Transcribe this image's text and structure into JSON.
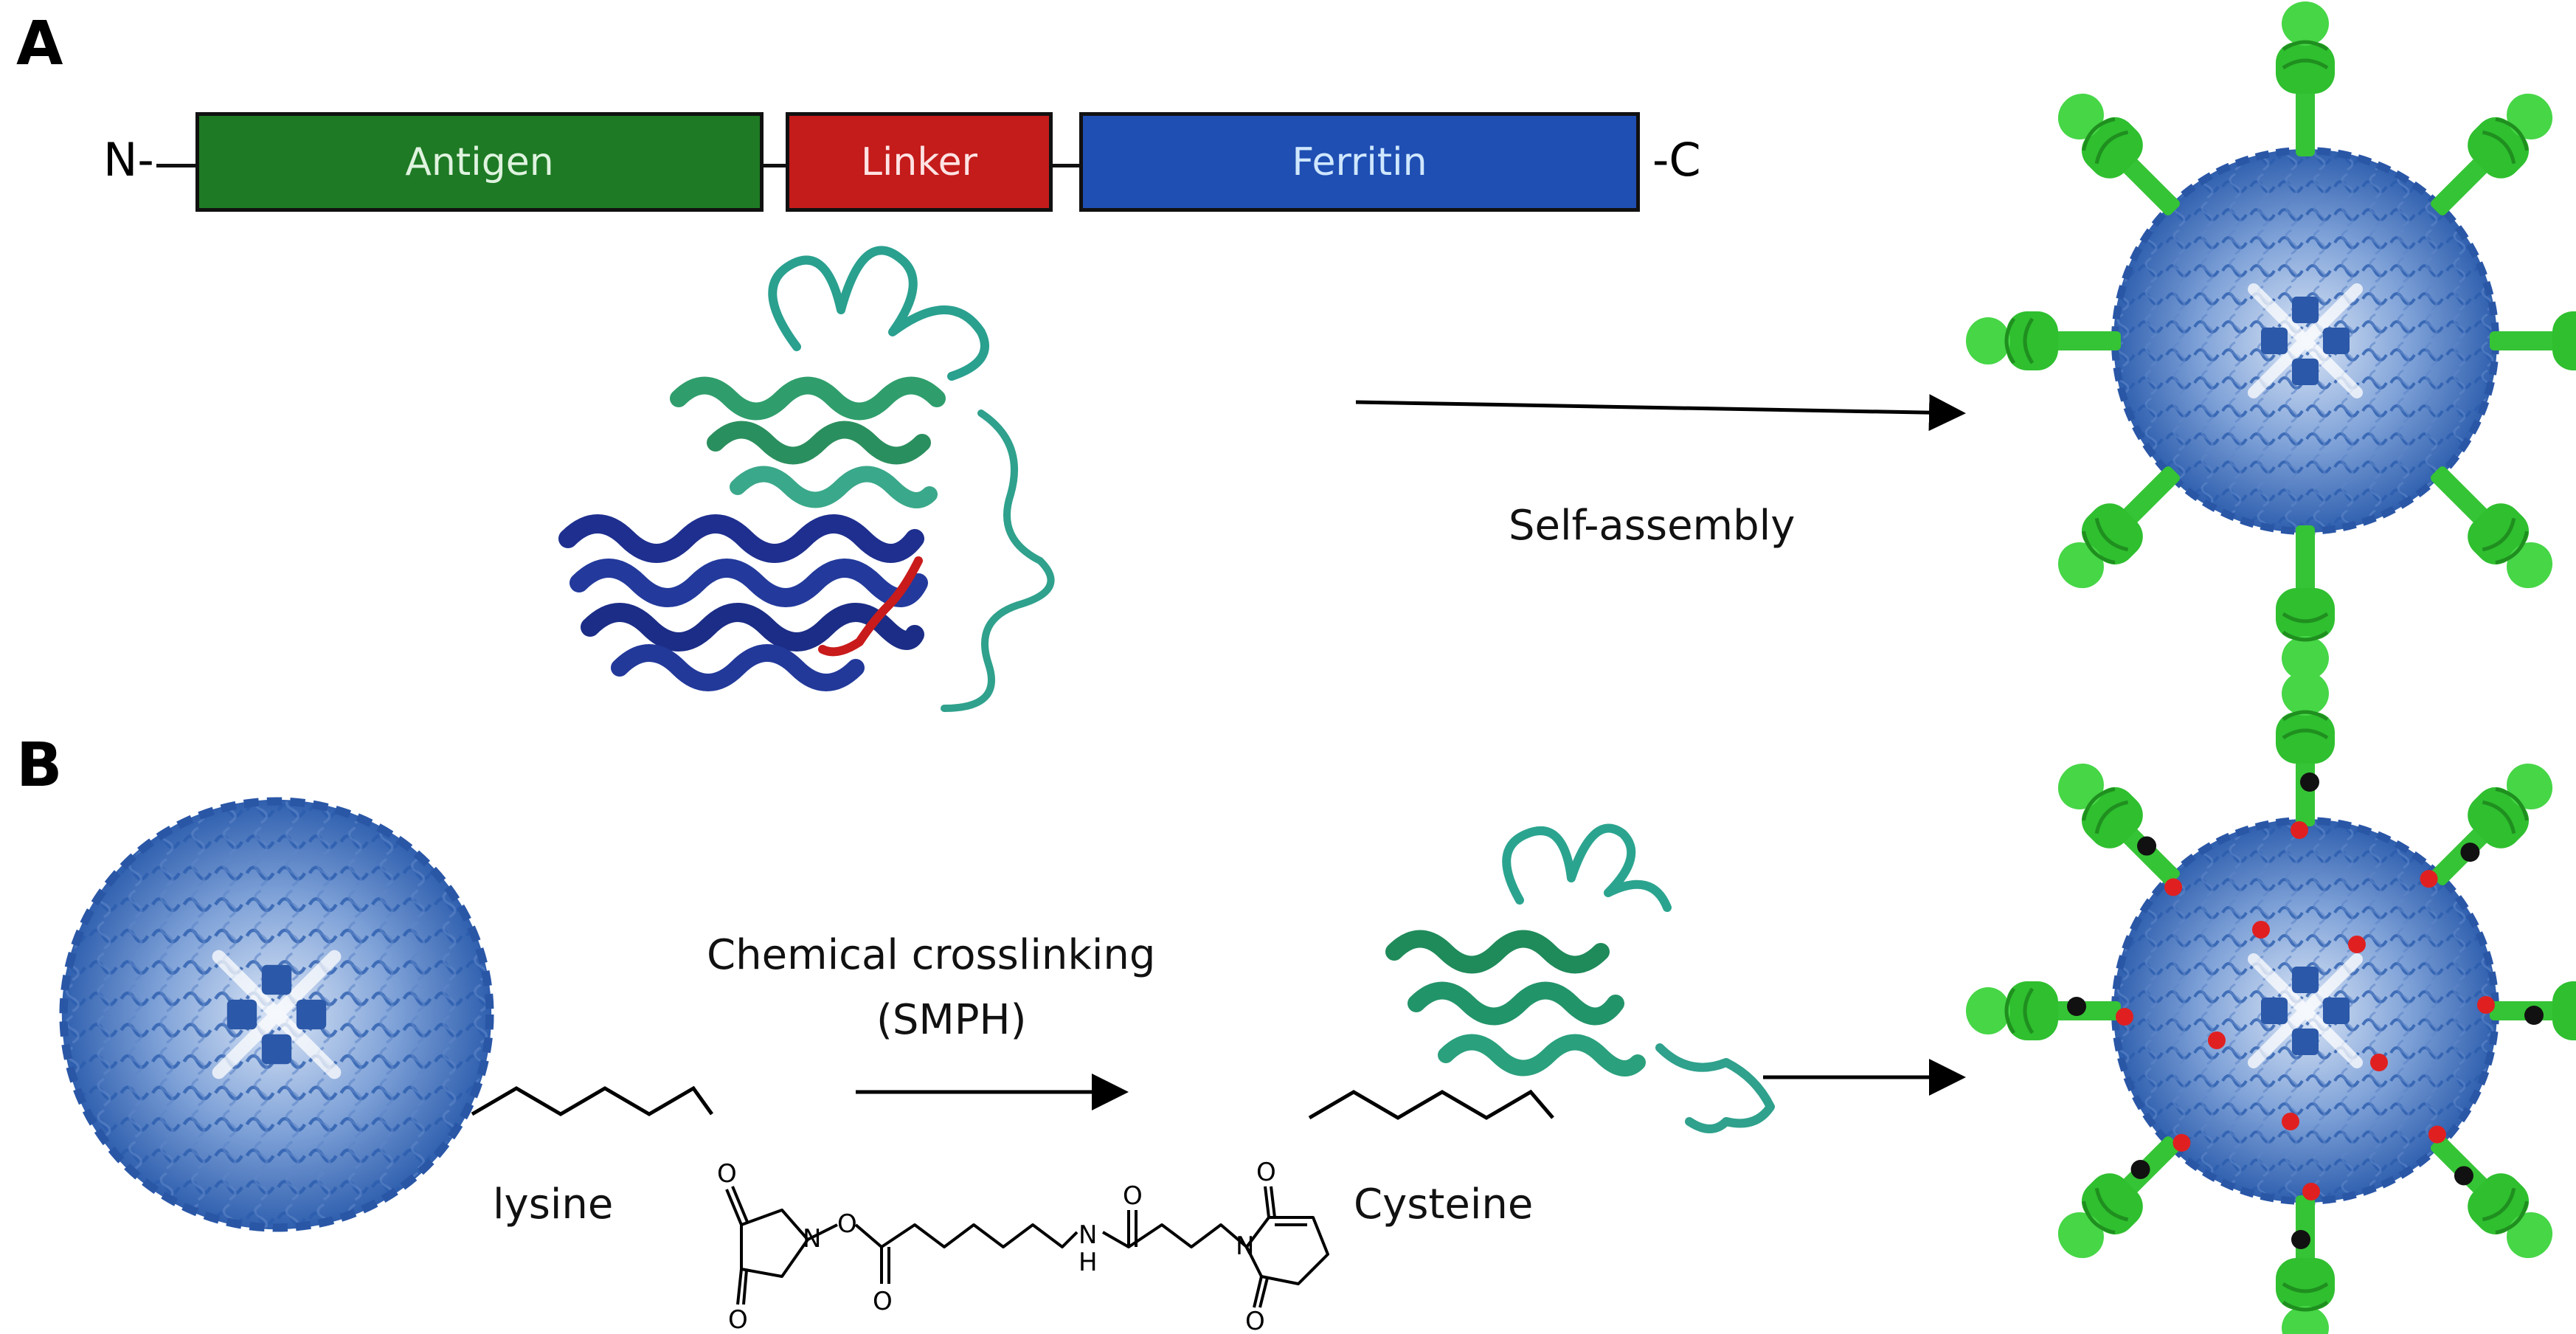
{
  "panels": {
    "a": "A",
    "b": "B"
  },
  "construct": {
    "n_terminus": "N-",
    "c_terminus": "-C",
    "antigen": "Antigen",
    "linker": "Linker",
    "ferritin": "Ferritin"
  },
  "labels": {
    "self_assembly": "Self-assembly",
    "chemical_crosslinking": "Chemical crosslinking",
    "smph": "(SMPH)",
    "lysine": "lysine",
    "cysteine": "Cysteine"
  },
  "chem_atoms": {
    "o": "O",
    "n": "N",
    "h": "H"
  },
  "colors": {
    "antigen": "#1e7a24",
    "linker": "#c41b1b",
    "ferritin": "#1f4fb3",
    "ferritin_particle": "#2f66b8",
    "spike": "#2fbf2f",
    "red_dot": "#e02020",
    "black_dot": "#111111"
  }
}
